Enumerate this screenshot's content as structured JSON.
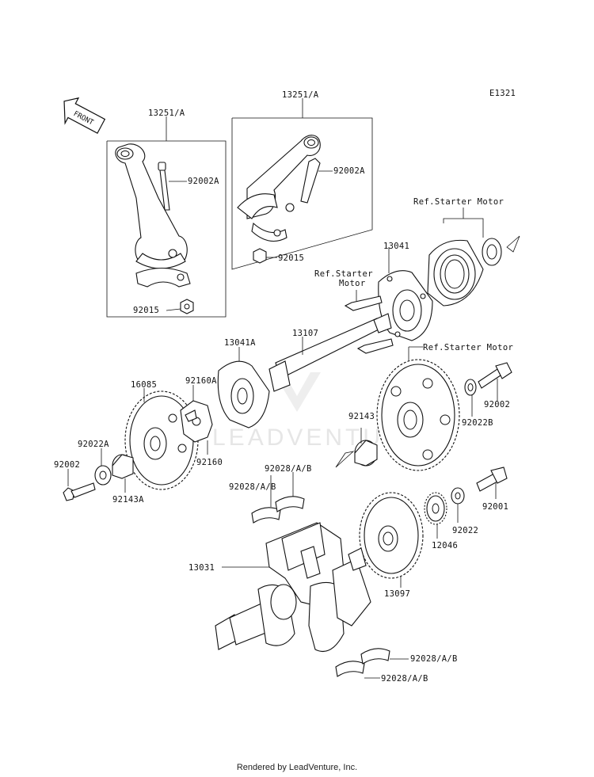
{
  "diagram_code": "E1321",
  "front_arrow_label": "FRONT",
  "watermark": "LEADVENTURE",
  "footer": "Rendered by LeadVenture, Inc.",
  "refs": {
    "starter_motor_top": "Ref.Starter Motor",
    "starter_motor_mid_line1": "Ref.Starter",
    "starter_motor_mid_line2": "Motor",
    "starter_motor_right": "Ref.Starter Motor"
  },
  "parts": {
    "p13251a_left": "13251/A",
    "p13251a_right": "13251/A",
    "p92002a_left": "92002A",
    "p92002a_right": "92002A",
    "p92015_left": "92015",
    "p92015_right": "92015",
    "p13041": "13041",
    "p13107": "13107",
    "p13041a": "13041A",
    "p16085": "16085",
    "p92160a": "92160A",
    "p92160": "92160",
    "p92022a": "92022A",
    "p92002_left": "92002",
    "p92143a": "92143A",
    "p92143": "92143",
    "p92002_right": "92002",
    "p92022b": "92022B",
    "p92001": "92001",
    "p92022": "92022",
    "p12046": "12046",
    "p13097": "13097",
    "p92028_1": "92028/A/B",
    "p92028_2": "92028/A/B",
    "p92028_3": "92028/A/B",
    "p92028_4": "92028/A/B",
    "p13031": "13031"
  }
}
